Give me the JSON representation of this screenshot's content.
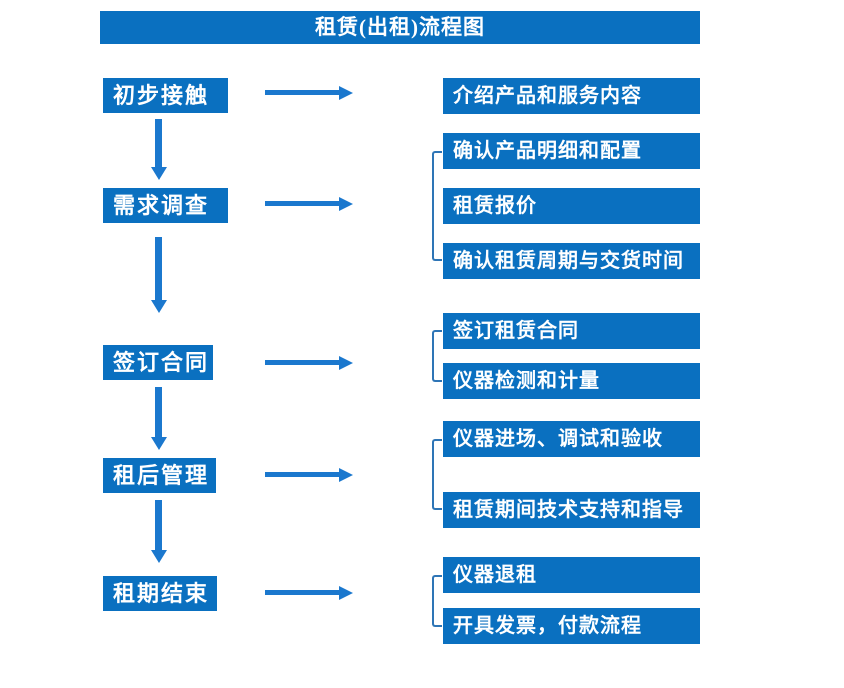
{
  "title": "租赁(出租)流程图",
  "colors": {
    "box": "#0a70c0",
    "arrow": "#1b78ce",
    "bracket": "#2e75b6",
    "text_on_box": "#ffffff",
    "background": "#ffffff"
  },
  "steps": [
    {
      "label": "初步接触",
      "items": [
        "介绍产品和服务内容"
      ]
    },
    {
      "label": "需求调查",
      "items": [
        "确认产品明细和配置",
        "租赁报价",
        "确认租赁周期与交货时间"
      ]
    },
    {
      "label": "签订合同",
      "items": [
        "签订租赁合同",
        "仪器检测和计量"
      ]
    },
    {
      "label": "租后管理",
      "items": [
        "仪器进场、调试和验收",
        "租赁期间技术支持和指导"
      ]
    },
    {
      "label": "租期结束",
      "items": [
        "仪器退租",
        "开具发票，付款流程"
      ]
    }
  ]
}
